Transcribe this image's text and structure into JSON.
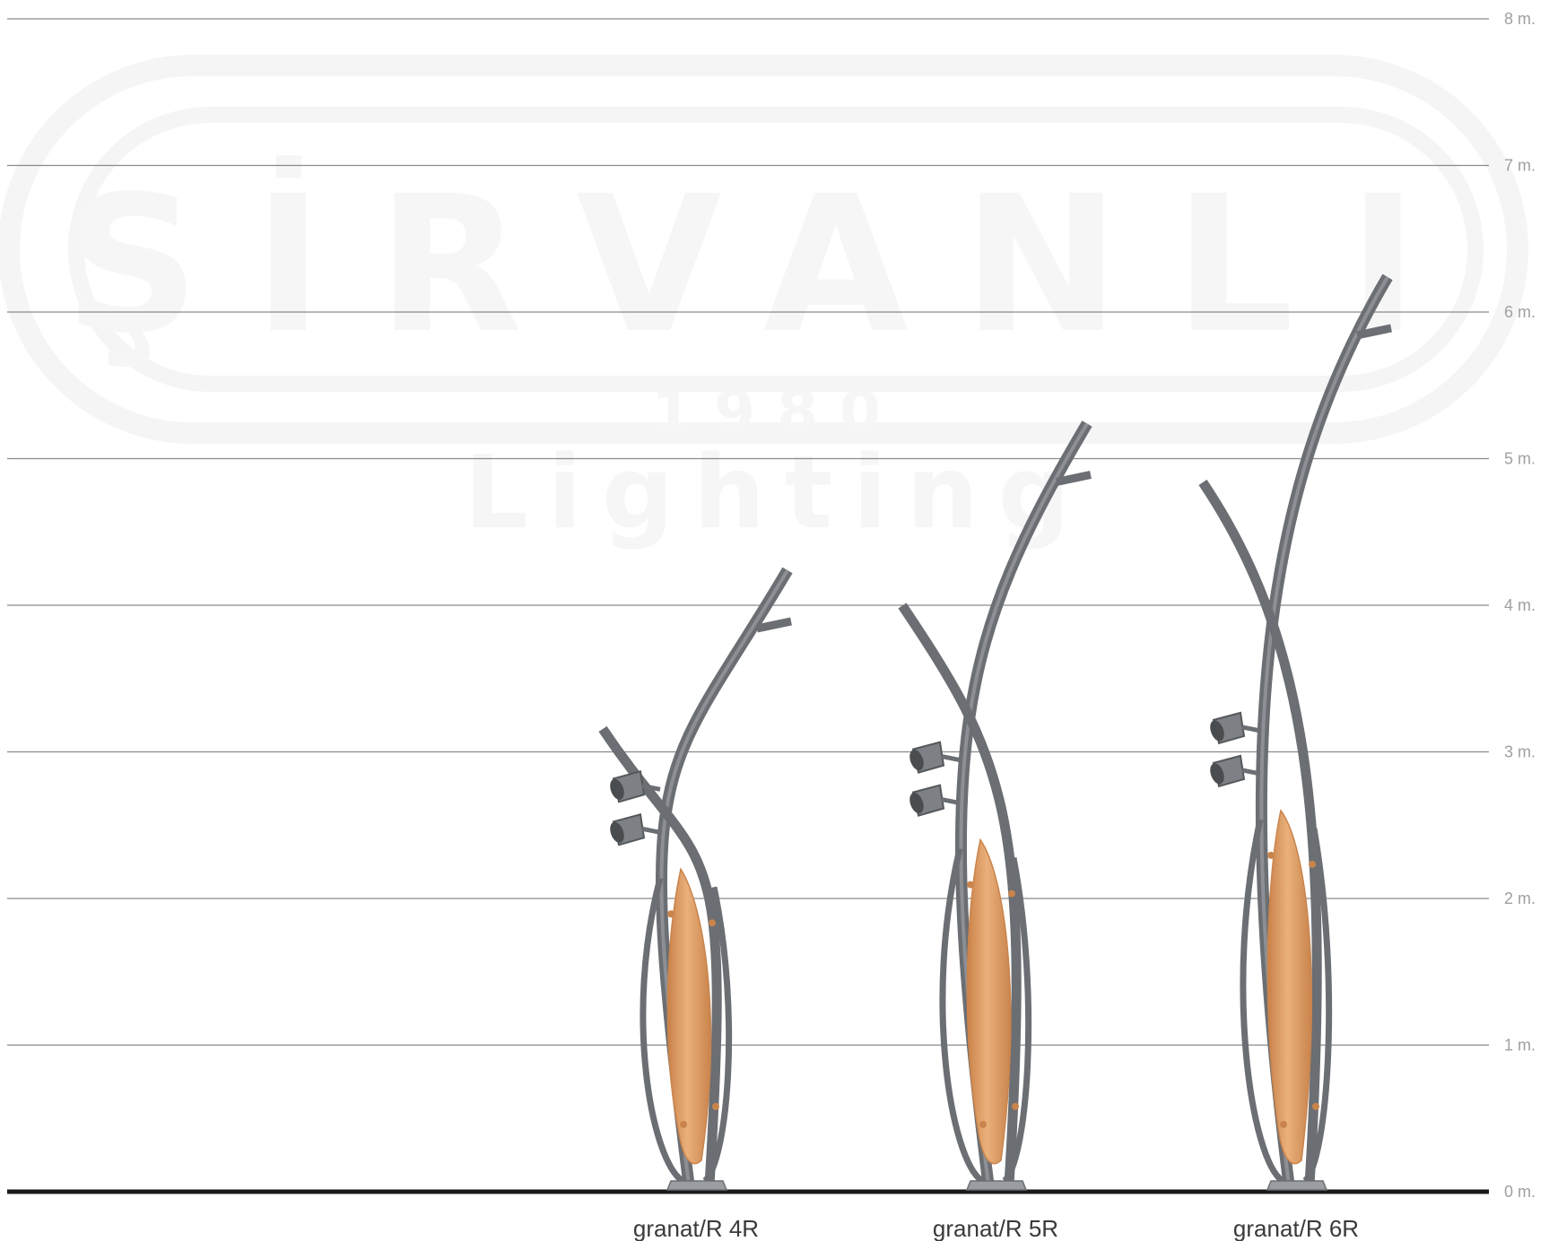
{
  "watermark": {
    "brand": "ŞİRVANLI",
    "year": "1980",
    "tagline": "Lighting"
  },
  "scale": {
    "unit": "m.",
    "levels": [
      {
        "value": 0,
        "label": "0 m."
      },
      {
        "value": 1,
        "label": "1 m."
      },
      {
        "value": 2,
        "label": "2 m."
      },
      {
        "value": 3,
        "label": "3 m."
      },
      {
        "value": 4,
        "label": "4 m."
      },
      {
        "value": 5,
        "label": "5 m."
      },
      {
        "value": 6,
        "label": "6 m."
      },
      {
        "value": 7,
        "label": "7 m."
      },
      {
        "value": 8,
        "label": "8 m."
      }
    ]
  },
  "models": [
    {
      "name": "granat/R 4R",
      "height_m": 4.3
    },
    {
      "name": "granat/R 5R",
      "height_m": 5.3
    },
    {
      "name": "granat/R 6R",
      "height_m": 6.3
    }
  ],
  "colors": {
    "pole": "#6b6e72",
    "pole_light": "#8c8f93",
    "panel": "#e3a56f",
    "panel_dark": "#c9844c",
    "ground": "#1a1a1a",
    "grid": "#8a8a8a"
  }
}
